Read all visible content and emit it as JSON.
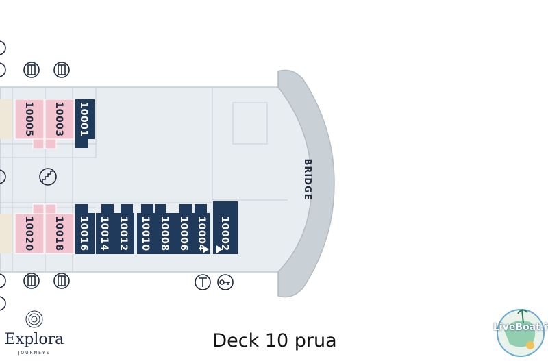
{
  "title": "Deck 10 prua",
  "bridge_label": "BRIDGE",
  "cabins_top": [
    "10005",
    "10003",
    "10001"
  ],
  "cabins_bottom": [
    "10020",
    "10018",
    "10016",
    "10014",
    "10012",
    "10010",
    "10008",
    "10006",
    "10004",
    "10002"
  ],
  "brand_left": {
    "name": "Explora",
    "sub": "JOURNEYS"
  },
  "brand_right": {
    "name": "LiveBoat.it"
  },
  "colors": {
    "hull": "#e8edf2",
    "bridge": "#c9d0d6",
    "cabin_pink": "#f2c4cf",
    "cabin_navy": "#203a5c",
    "cabin_beige": "#efe8d8"
  },
  "icons": [
    "elevator-icon",
    "stairs-icon",
    "accessible-icon",
    "tea-icon",
    "key-icon"
  ]
}
